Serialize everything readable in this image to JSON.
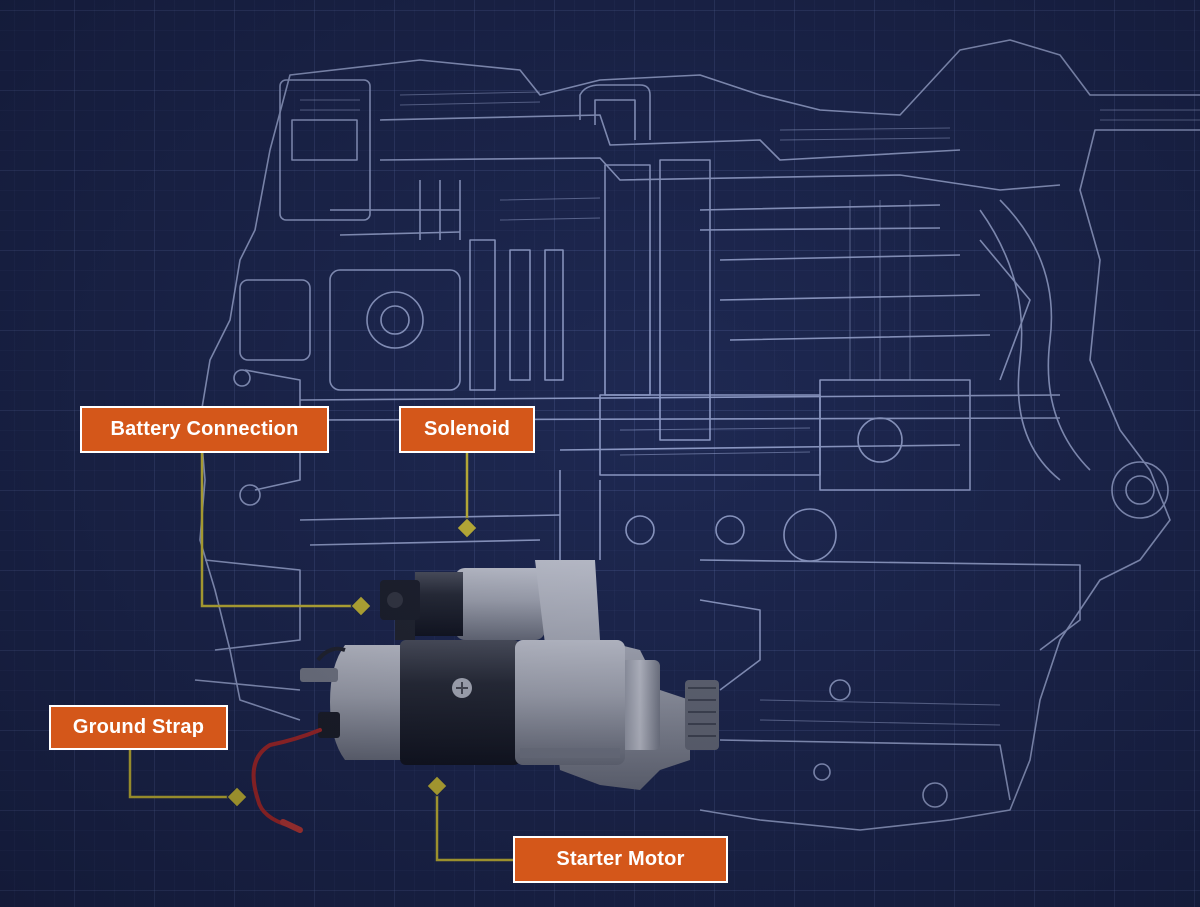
{
  "colors": {
    "background": "#1b2449",
    "blueprint_line": "#c9d6ff",
    "callout_fill": "#d4571a",
    "callout_border": "#ffffff",
    "leader_line": "#f2dc2a"
  },
  "callouts": {
    "battery_connection": "Battery Connection",
    "solenoid": "Solenoid",
    "ground_strap": "Ground Strap",
    "starter_motor": "Starter Motor"
  }
}
